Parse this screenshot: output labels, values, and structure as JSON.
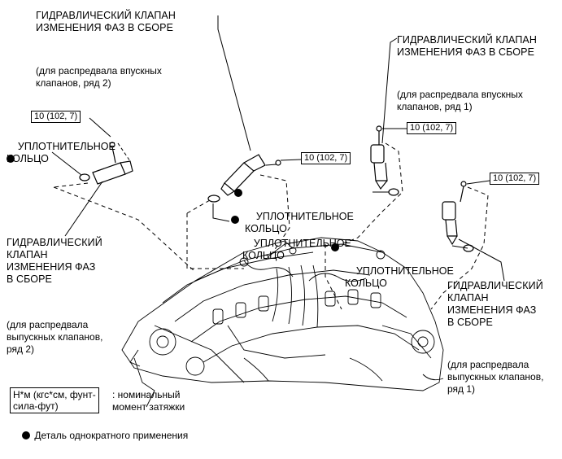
{
  "labels": {
    "vvt_intake_b2": "ГИДРАВЛИЧЕСКИЙ КЛАПАН\nИЗМЕНЕНИЯ ФАЗ В СБОРЕ",
    "vvt_intake_b2_note": "(для распредвала впускных\nклапанов, ряд 2)",
    "vvt_intake_b1": "ГИДРАВЛИЧЕСКИЙ КЛАПАН\nИЗМЕНЕНИЯ ФАЗ В СБОРЕ",
    "vvt_intake_b1_note": "(для распредвала впускных\nклапанов, ряд 1)",
    "vvt_exhaust_b2": "ГИДРАВЛИЧЕСКИЙ\nКЛАПАН\nИЗМЕНЕНИЯ ФАЗ\nВ СБОРЕ",
    "vvt_exhaust_b2_note": "(для распредвала\nвыпускных клапанов,\nряд 2)",
    "vvt_exhaust_b1": "ГИДРАВЛИЧЕСКИЙ\nКЛАПАН\nИЗМЕНЕНИЯ ФАЗ\nВ СБОРЕ",
    "vvt_exhaust_b1_note": "(для распредвала\nвыпускных клапанов,\nряд 1)",
    "oring_left": "УПЛОТНИТЕЛЬНОЕ\nКОЛЬЦО",
    "oring_center": "УПЛОТНИТЕЛЬНОЕ\nКОЛЬЦО",
    "oring_upper_right": "УПЛОТНИТЕЛЬНОЕ\nКОЛЬЦО",
    "oring_right": "УПЛОТНИТЕЛЬНОЕ\nКОЛЬЦО"
  },
  "torque": {
    "left": "10 (102, 7)",
    "center": "10 (102, 7)",
    "upper_right": "10 (102, 7)",
    "right": "10 (102, 7)"
  },
  "legend": {
    "unit_box": "Н*м (кгс*см, фунт-\nсила-фут)",
    "unit_desc": ": номинальный\nмомент затяжки",
    "single_use": "Деталь однократного применения"
  },
  "colors": {
    "line": "#000000",
    "background": "#ffffff"
  }
}
